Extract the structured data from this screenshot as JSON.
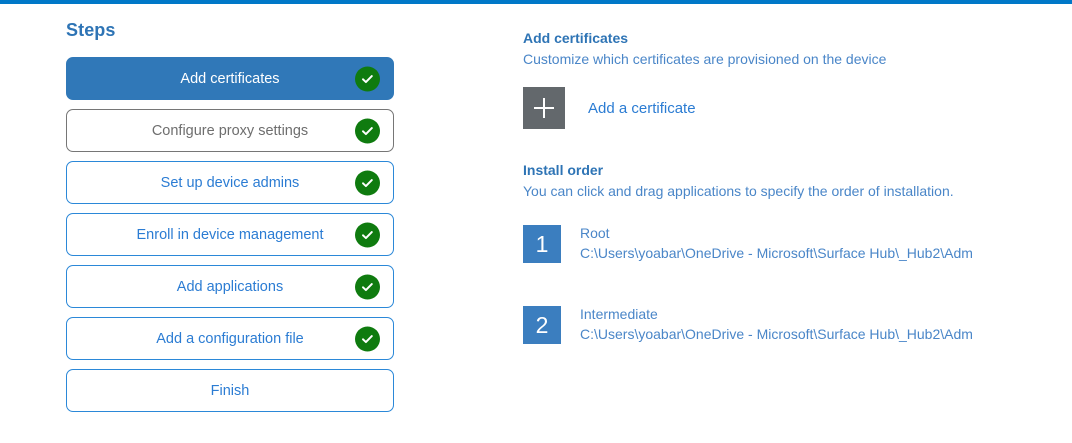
{
  "theme": {
    "accent_bar": "#0078c8",
    "active_step_bg": "#3078b8",
    "step_border": "#2b88d8",
    "visited_border": "#767676",
    "check_green": "#0f7b0f",
    "plus_tile_gray": "#63686c",
    "order_num_blue": "#3b7ebf",
    "heading_blue": "#2e74b5",
    "body_blue": "#4a86c8"
  },
  "steps_panel": {
    "title": "Steps",
    "items": [
      {
        "label": "Add certificates",
        "state": "active",
        "completed": true
      },
      {
        "label": "Configure proxy settings",
        "state": "visited",
        "completed": true
      },
      {
        "label": "Set up device admins",
        "state": "default",
        "completed": true
      },
      {
        "label": "Enroll in device management",
        "state": "default",
        "completed": true
      },
      {
        "label": "Add applications",
        "state": "default",
        "completed": true
      },
      {
        "label": "Add a configuration file",
        "state": "default",
        "completed": true
      },
      {
        "label": "Finish",
        "state": "default",
        "completed": false
      }
    ]
  },
  "content": {
    "heading": "Add certificates",
    "subheading": "Customize which certificates are provisioned on the device",
    "add_certificate": {
      "icon": "plus-icon",
      "label": "Add a certificate"
    },
    "install_order": {
      "heading": "Install order",
      "subheading": "You can click and drag applications to specify the order of installation.",
      "items": [
        {
          "number": "1",
          "name": "Root",
          "path": "C:\\Users\\yoabar\\OneDrive - Microsoft\\Surface Hub\\_Hub2\\Adm"
        },
        {
          "number": "2",
          "name": "Intermediate",
          "path": "C:\\Users\\yoabar\\OneDrive - Microsoft\\Surface Hub\\_Hub2\\Adm"
        }
      ]
    }
  }
}
